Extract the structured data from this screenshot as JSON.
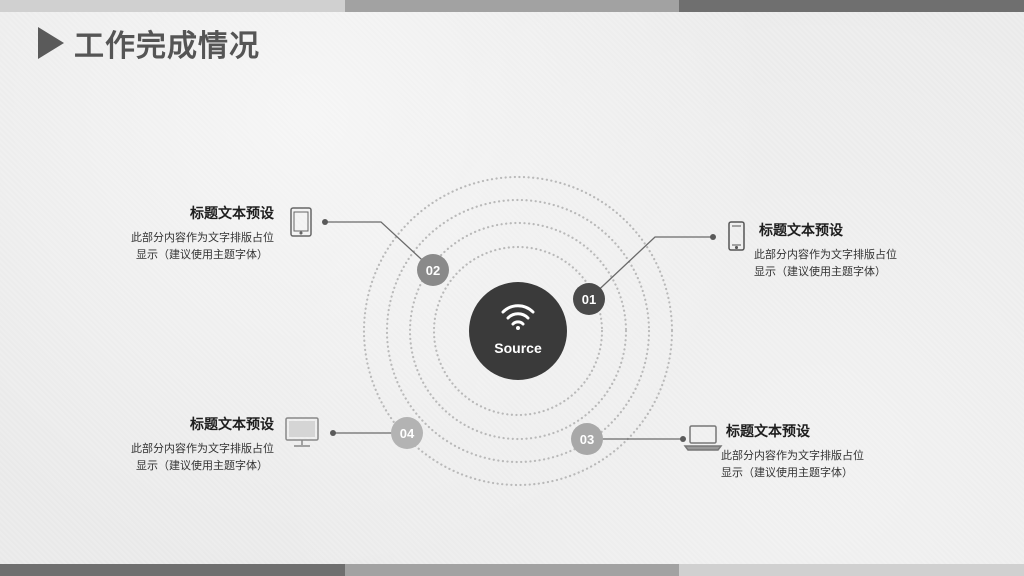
{
  "page": {
    "title": "工作完成情况"
  },
  "colors": {
    "bar_dark": "#6f6f6f",
    "bar_mid": "#a2a2a2",
    "bar_light": "#d0d0d0",
    "badge_dark": "#4a4a4a",
    "badge_light": "#a8a8a8",
    "center": "#3a3a3a"
  },
  "center": {
    "label": "Source",
    "icon": "wifi-icon"
  },
  "items": [
    {
      "number": "01",
      "title": "标题文本预设",
      "desc_line1": "此部分内容作为文字排版占位",
      "desc_line2": "显示（建议使用主题字体）",
      "icon": "smartphone-icon"
    },
    {
      "number": "02",
      "title": "标题文本预设",
      "desc_line1": "此部分内容作为文字排版占位",
      "desc_line2": "显示（建议使用主题字体）",
      "icon": "tablet-icon"
    },
    {
      "number": "03",
      "title": "标题文本预设",
      "desc_line1": "此部分内容作为文字排版占位",
      "desc_line2": "显示（建议使用主题字体）",
      "icon": "laptop-icon"
    },
    {
      "number": "04",
      "title": "标题文本预设",
      "desc_line1": "此部分内容作为文字排版占位",
      "desc_line2": "显示（建议使用主题字体）",
      "icon": "monitor-icon"
    }
  ]
}
